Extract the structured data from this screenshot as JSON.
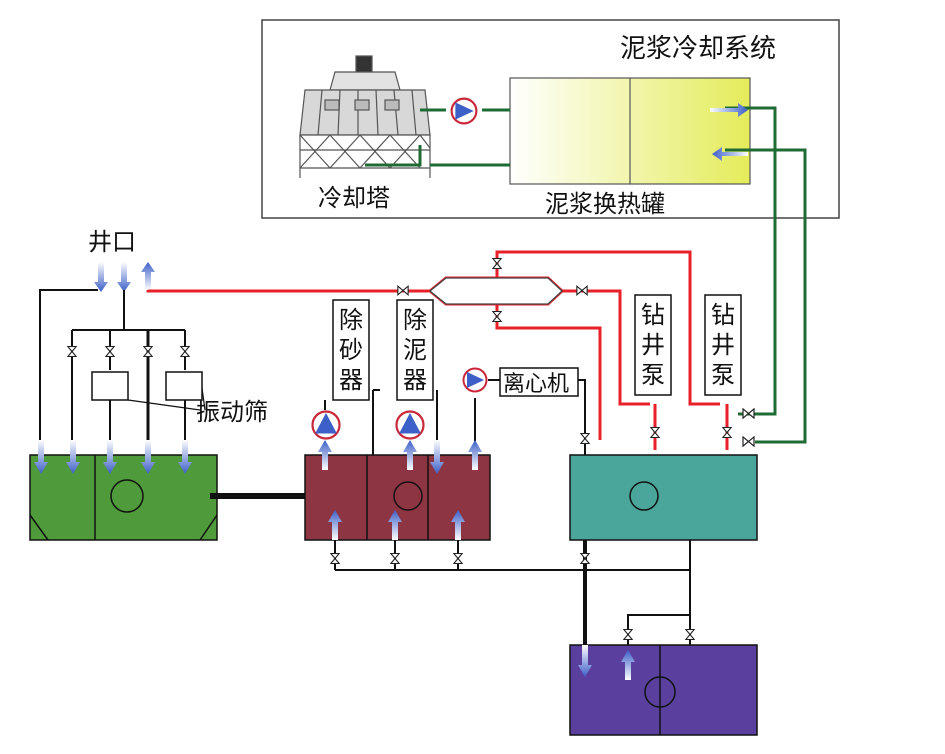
{
  "labels": {
    "system_title": "泥浆冷却系统",
    "cooling_tower": "冷却塔",
    "heat_exchanger": "泥浆换热罐",
    "wellhead": "井口",
    "shaker": "振动筛",
    "desander_1": "除",
    "desander_2": "砂",
    "desander_3": "器",
    "desilter_1": "除",
    "desilter_2": "泥",
    "desilter_3": "器",
    "centrifuge": "离心机",
    "pump1_1": "钻",
    "pump1_2": "井",
    "pump1_3": "泵",
    "pump2_1": "钻",
    "pump2_2": "井",
    "pump2_3": "泵"
  },
  "colors": {
    "green_tank": "#4f9a3a",
    "maroon_tank": "#8e3543",
    "teal_tank": "#4aa69b",
    "purple_tank": "#5a3f9e",
    "red_pipe": "#e8202a",
    "cooling_pipe": "#1f6b34",
    "arrow_blue": "#3c5fc8"
  }
}
